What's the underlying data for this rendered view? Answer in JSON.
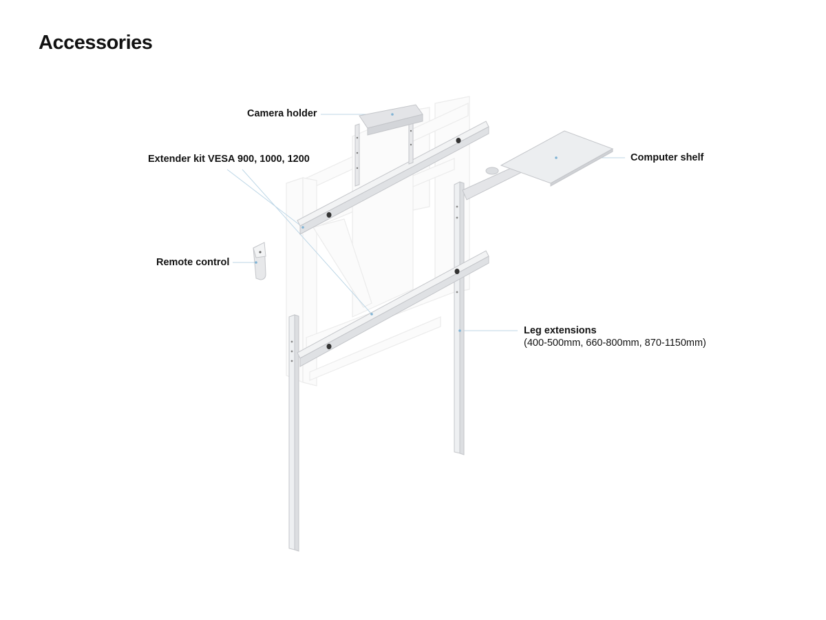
{
  "title": "Accessories",
  "labels": {
    "camera_holder": "Camera holder",
    "extender_kit": "Extender kit VESA 900, 1000, 1200",
    "computer_shelf": "Computer shelf",
    "remote_control": "Remote control",
    "leg_extensions": "Leg extensions",
    "leg_extensions_sizes": "(400-500mm, 660-800mm, 870-1150mm)"
  },
  "colors": {
    "accessory_fill": "#e7e8ea",
    "accessory_edge": "#c3c5c9",
    "stand_fill": "#fbfbfb",
    "stand_edge": "#ececec",
    "leader_line": "#bcd6e6",
    "dot": "#7fb3d5"
  }
}
